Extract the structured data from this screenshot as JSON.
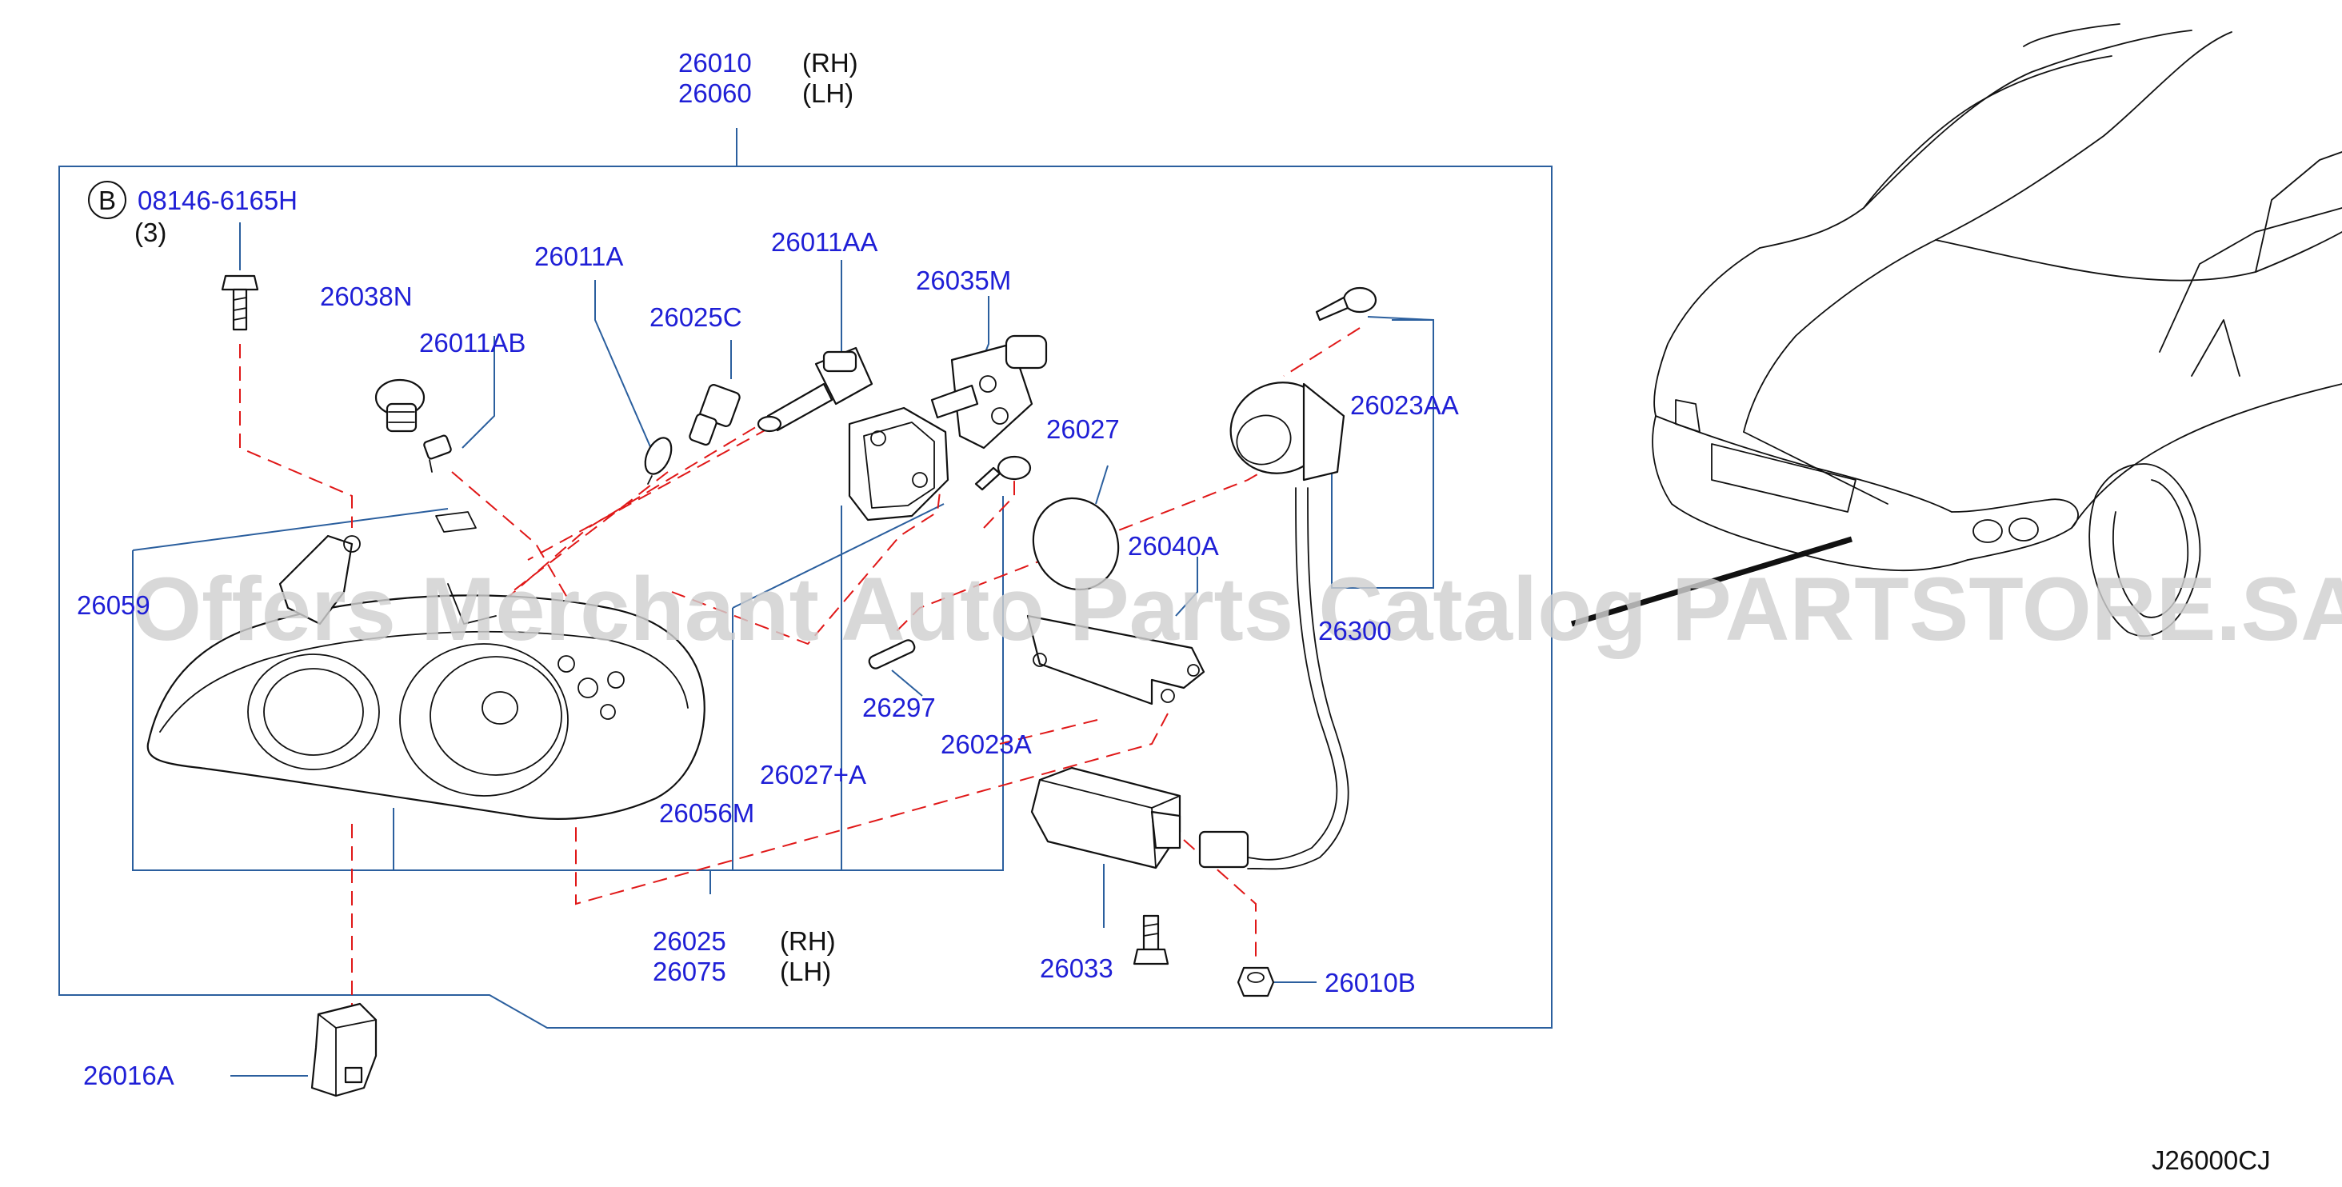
{
  "diagram": {
    "main_assembly": {
      "rh": "26010",
      "rh_note": "(RH)",
      "lh": "26060",
      "lh_note": "(LH)"
    },
    "bolt_callout": {
      "circle": "B",
      "part": "08146-6165H",
      "qty": "(3)"
    },
    "parts": {
      "p26038N": "26038N",
      "p26011AB": "26011AB",
      "p26011A": "26011A",
      "p26025C": "26025C",
      "p26011AA": "26011AA",
      "p26035M": "26035M",
      "p26027": "26027",
      "p26023AA": "26023AA",
      "p26040A": "26040A",
      "p26059": "26059",
      "p26300": "26300",
      "p26297": "26297",
      "p26023A": "26023A",
      "p26027A": "26027+A",
      "p26056M": "26056M",
      "p26033": "26033",
      "p26010B": "26010B",
      "p26016A": "26016A"
    },
    "housing": {
      "rh": "26025",
      "rh_note": "(RH)",
      "lh": "26075",
      "lh_note": "(LH)"
    },
    "diagram_code": "J26000CJ",
    "watermark": "Offers Merchant Auto Parts Catalog PARTSTORE.SA"
  }
}
